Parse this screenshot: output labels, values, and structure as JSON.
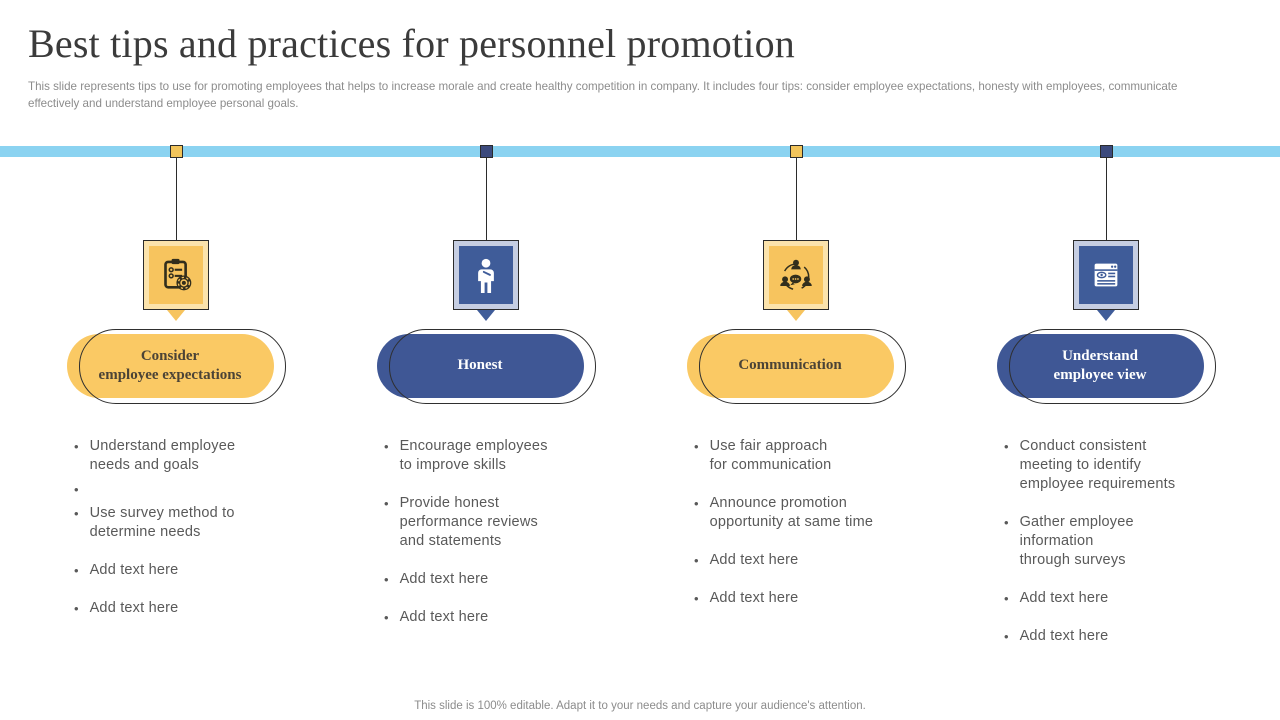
{
  "header": {
    "title": "Best tips and practices for personnel promotion",
    "subtitle": "This slide represents tips to use for promoting employees that helps to increase morale and create healthy competition in company. It includes four tips: consider employee expectations, honesty with employees, communicate effectively  and understand employee personal goals."
  },
  "footer": {
    "note": "This slide is 100% editable. Adapt it to your needs and capture your audience's attention."
  },
  "colors": {
    "timeline_bar": "#8BD3F1",
    "yellow_fill": "#F7C45E",
    "yellow_pill": "#FAC964",
    "yellow_tint": "#FBE3AC",
    "navy_fill": "#3F5C99",
    "navy_pill": "#3F5795",
    "navy_tint": "#C6CEE2",
    "bullet_text": "#595959",
    "title_text": "#3b3b3b"
  },
  "columns": [
    {
      "label": "Consider\nemployee expectations",
      "theme": "yellow",
      "icon": "checklist-gear-icon",
      "bullets": [
        "Understand employee\nneeds and goals",
        "",
        "Use survey method to\ndetermine needs",
        "Add text here",
        "Add text here"
      ]
    },
    {
      "label": "Honest",
      "theme": "navy",
      "icon": "honest-person-icon",
      "bullets": [
        "Encourage employees\nto improve skills",
        "Provide honest\nperformance reviews\nand statements",
        "Add text here",
        "Add text here"
      ]
    },
    {
      "label": "Communication",
      "theme": "yellow",
      "icon": "communication-group-icon",
      "bullets": [
        "Use fair approach\nfor communication",
        "Announce promotion\nopportunity at same time",
        "Add text here",
        "Add text here"
      ]
    },
    {
      "label": "Understand\nemployee view",
      "theme": "navy",
      "icon": "webpage-view-icon",
      "bullets": [
        "Conduct consistent\nmeeting to identify\nemployee requirements",
        "Gather employee\ninformation\nthrough surveys",
        "Add text here",
        "Add text here"
      ]
    }
  ]
}
